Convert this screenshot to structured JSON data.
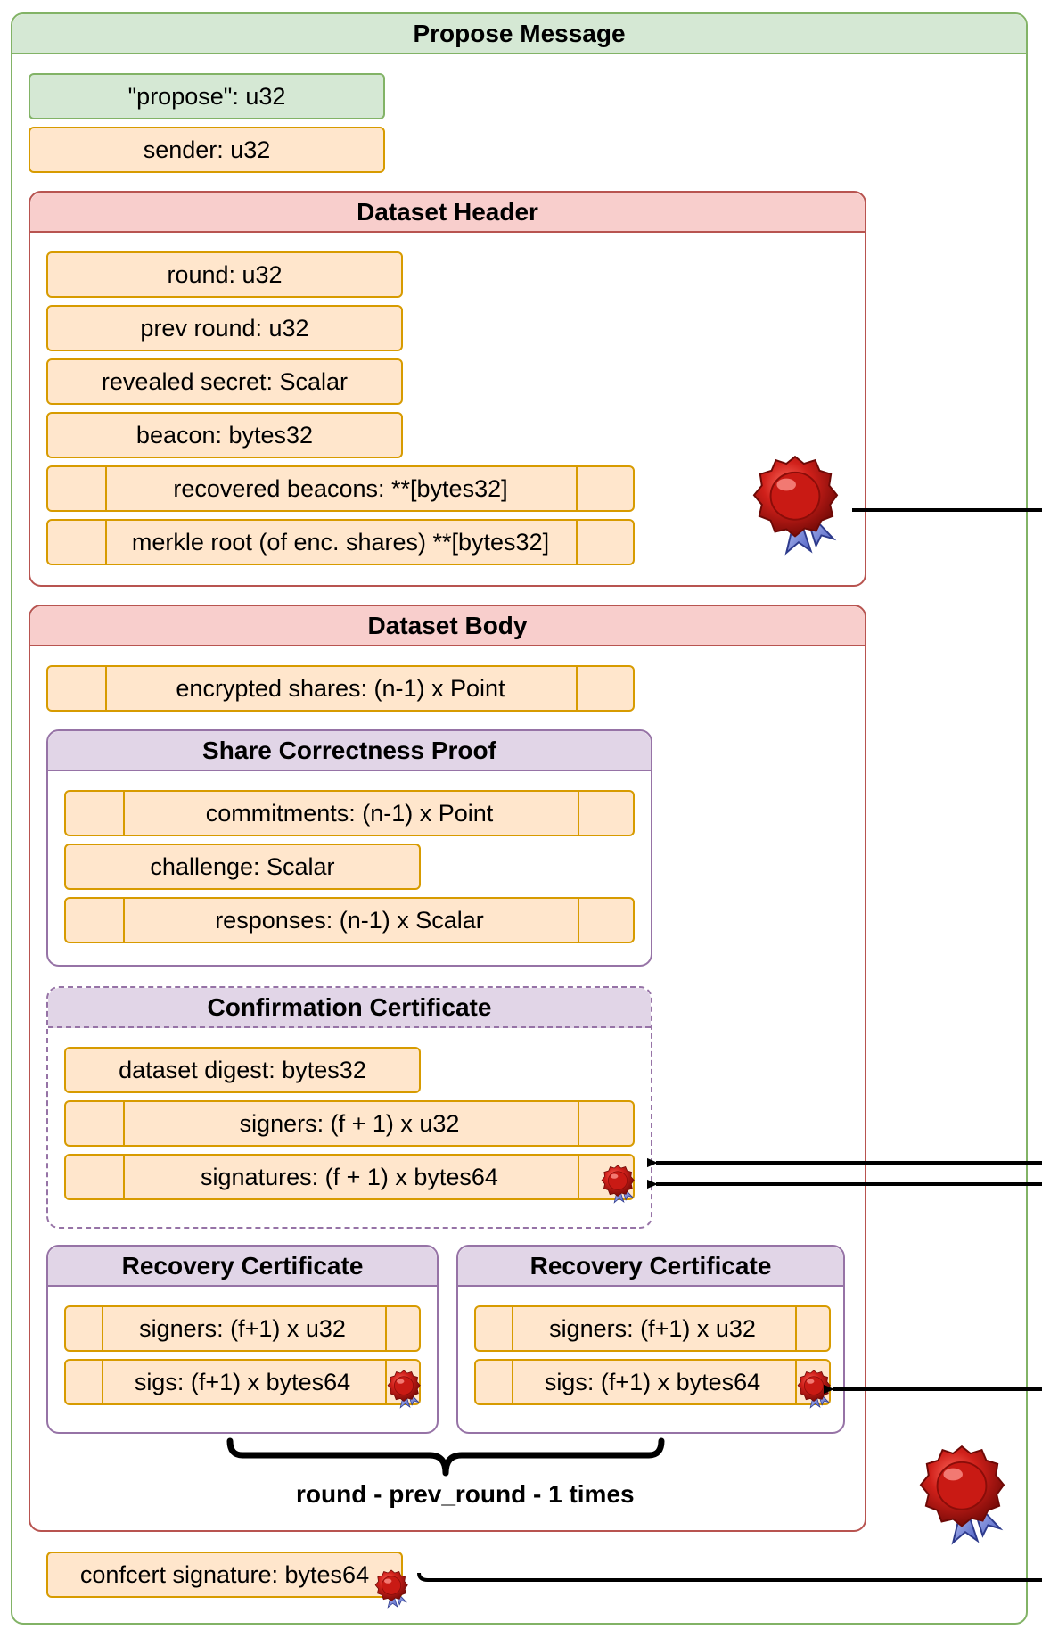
{
  "propose_message": {
    "title": "Propose Message",
    "propose_field": "\"propose\": u32",
    "sender_field": "sender: u32"
  },
  "dataset_header": {
    "title": "Dataset Header",
    "fields": [
      "round: u32",
      "prev round: u32",
      "revealed secret: Scalar",
      "beacon: bytes32",
      "recovered beacons: **[bytes32]",
      "merkle root (of enc. shares) **[bytes32]"
    ]
  },
  "dataset_body": {
    "title": "Dataset Body",
    "encrypted_shares": "encrypted shares: (n-1) x Point",
    "share_correctness_proof": {
      "title": "Share Correctness Proof",
      "fields": [
        "commitments: (n-1) x Point",
        "challenge: Scalar",
        "responses: (n-1) x Scalar"
      ]
    },
    "confirmation_certificate": {
      "title": "Confirmation Certificate",
      "fields": [
        "dataset digest: bytes32",
        "signers: (f + 1) x u32",
        "signatures: (f + 1) x bytes64"
      ]
    },
    "recovery_certificates": [
      {
        "title": "Recovery Certificate",
        "signers": "signers: (f+1) x u32",
        "sigs": "sigs: (f+1) x bytes64"
      },
      {
        "title": "Recovery Certificate",
        "signers": "signers: (f+1) x u32",
        "sigs": "sigs: (f+1) x bytes64"
      }
    ],
    "repeat_label": "round - prev_round - 1 times"
  },
  "confcert_signature": "confcert signature: bytes64",
  "icons": {
    "seal": "wax-seal-icon"
  },
  "colors": {
    "green_fill": "#d5e8d4",
    "green_stroke": "#82b366",
    "red_fill": "#f8cecc",
    "red_stroke": "#b85450",
    "purple_fill": "#e1d5e7",
    "purple_stroke": "#9673a6",
    "field_fill": "#ffe6cc",
    "field_stroke": "#d79b00"
  }
}
